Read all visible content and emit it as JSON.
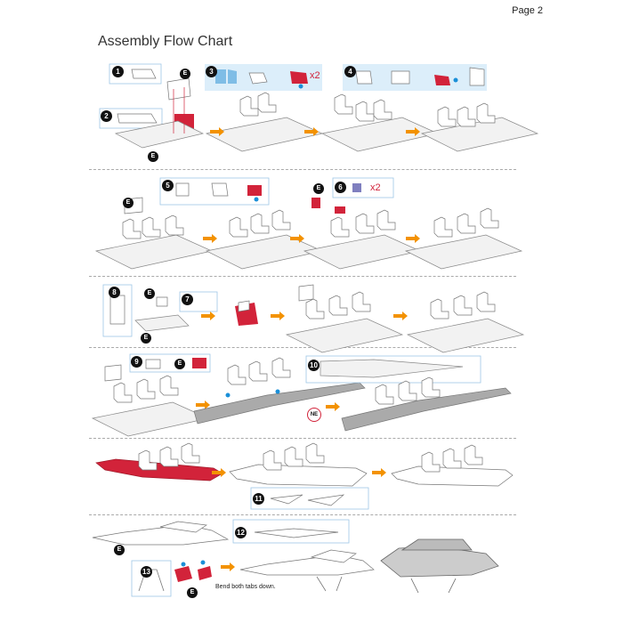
{
  "header": {
    "page": "Page 2",
    "title": "Assembly Flow Chart"
  },
  "steps": [
    "1",
    "2",
    "3",
    "4",
    "5",
    "6",
    "7",
    "8",
    "9",
    "10",
    "11",
    "12",
    "13"
  ],
  "badges": {
    "e": "E",
    "ne": "NE",
    "x2": "x2"
  },
  "notes": {
    "bend": "Bend both tabs down."
  },
  "colors": {
    "accent_red": "#d2233a",
    "arrow_orange": "#f39200",
    "sub_blue": "#1a8fd8",
    "callout_bg": "#dceefa"
  },
  "icons": [
    "arrow-right-icon",
    "fuselage-part-icon",
    "seat-part-icon",
    "wing-part-icon",
    "airplane-icon"
  ]
}
